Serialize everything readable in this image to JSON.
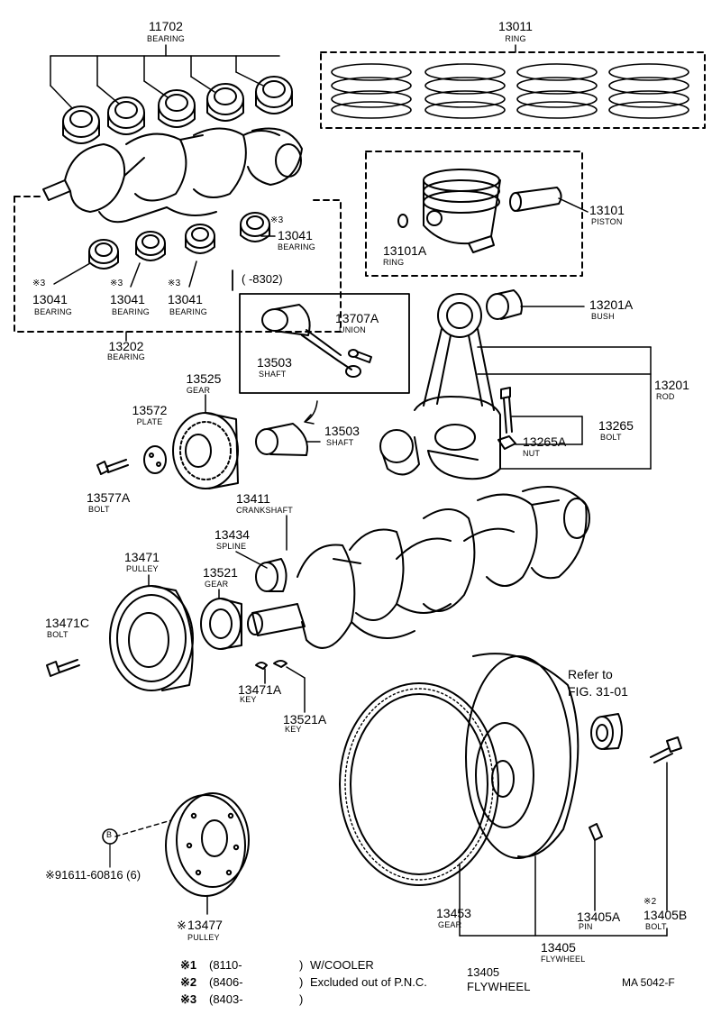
{
  "labels": {
    "bearing_11702": {
      "pn": "11702",
      "name": "BEARING"
    },
    "ring_13011": {
      "pn": "13011",
      "name": "RING"
    },
    "piston_13101": {
      "pn": "13101",
      "name": "PISTON"
    },
    "ring_13101A": {
      "pn": "13101A",
      "name": "RING"
    },
    "bearing_13041_a": {
      "prefix": "※3",
      "pn": "13041",
      "name": "BEARING"
    },
    "bearing_13041_b": {
      "prefix": "※3",
      "pn": "13041",
      "name": "BEARING"
    },
    "bearing_13041_c": {
      "prefix": "※3",
      "pn": "13041",
      "name": "BEARING"
    },
    "bearing_13041_d": {
      "prefix": "※3",
      "pn": "13041",
      "name": "BEARING"
    },
    "bearing_13202": {
      "pn": "13202",
      "name": "BEARING"
    },
    "date_range": "(      -8302)",
    "union_13707A": {
      "pn": "13707A",
      "name": "UNION"
    },
    "shaft_13503_inset": {
      "pn": "13503",
      "name": "SHAFT"
    },
    "shaft_13503": {
      "pn": "13503",
      "name": "SHAFT"
    },
    "bush_13201A": {
      "pn": "13201A",
      "name": "BUSH"
    },
    "rod_13201": {
      "pn": "13201",
      "name": "ROD"
    },
    "bolt_13265": {
      "pn": "13265",
      "name": "BOLT"
    },
    "nut_13265A": {
      "pn": "13265A",
      "name": "NUT"
    },
    "gear_13525": {
      "pn": "13525",
      "name": "GEAR"
    },
    "plate_13572": {
      "pn": "13572",
      "name": "PLATE"
    },
    "bolt_13577A": {
      "pn": "13577A",
      "name": "BOLT"
    },
    "crankshaft_13411": {
      "pn": "13411",
      "name": "CRANKSHAFT"
    },
    "spline_13434": {
      "pn": "13434",
      "name": "SPLINE"
    },
    "pulley_13471": {
      "pn": "13471",
      "name": "PULLEY"
    },
    "gear_13521": {
      "pn": "13521",
      "name": "GEAR"
    },
    "bolt_13471C": {
      "pn": "13471C",
      "name": "BOLT"
    },
    "key_13471A": {
      "pn": "13471A",
      "name": "KEY"
    },
    "key_13521A": {
      "pn": "13521A",
      "name": "KEY"
    },
    "refer": {
      "line1": "Refer to",
      "line2": "FIG. 31-01"
    },
    "bolt_91611": {
      "text": "※91611-60816 (6)",
      "badge": "B"
    },
    "pulley_13477": {
      "prefix": "※",
      "pn": "13477",
      "name": "PULLEY"
    },
    "gear_13453": {
      "pn": "13453",
      "name": "GEAR"
    },
    "pin_13405A": {
      "pn": "13405A",
      "name": "PIN"
    },
    "bolt_13405B": {
      "prefix": "※2",
      "pn": "13405B",
      "name": "BOLT"
    },
    "flywheel_13405": {
      "pn": "13405",
      "name": "FLYWHEEL"
    }
  },
  "notes": [
    {
      "mark": "※1",
      "range": "(8110-",
      "close": ")",
      "desc": "W/COOLER"
    },
    {
      "mark": "※2",
      "range": "(8406-",
      "close": ")",
      "desc": "Excluded out of P.N.C."
    },
    {
      "mark": "※3",
      "range": "(8403-",
      "close": ")",
      "desc": ""
    }
  ],
  "note_ref": {
    "pn": "13405",
    "name": "FLYWHEEL"
  },
  "code": "MA 5042-F"
}
